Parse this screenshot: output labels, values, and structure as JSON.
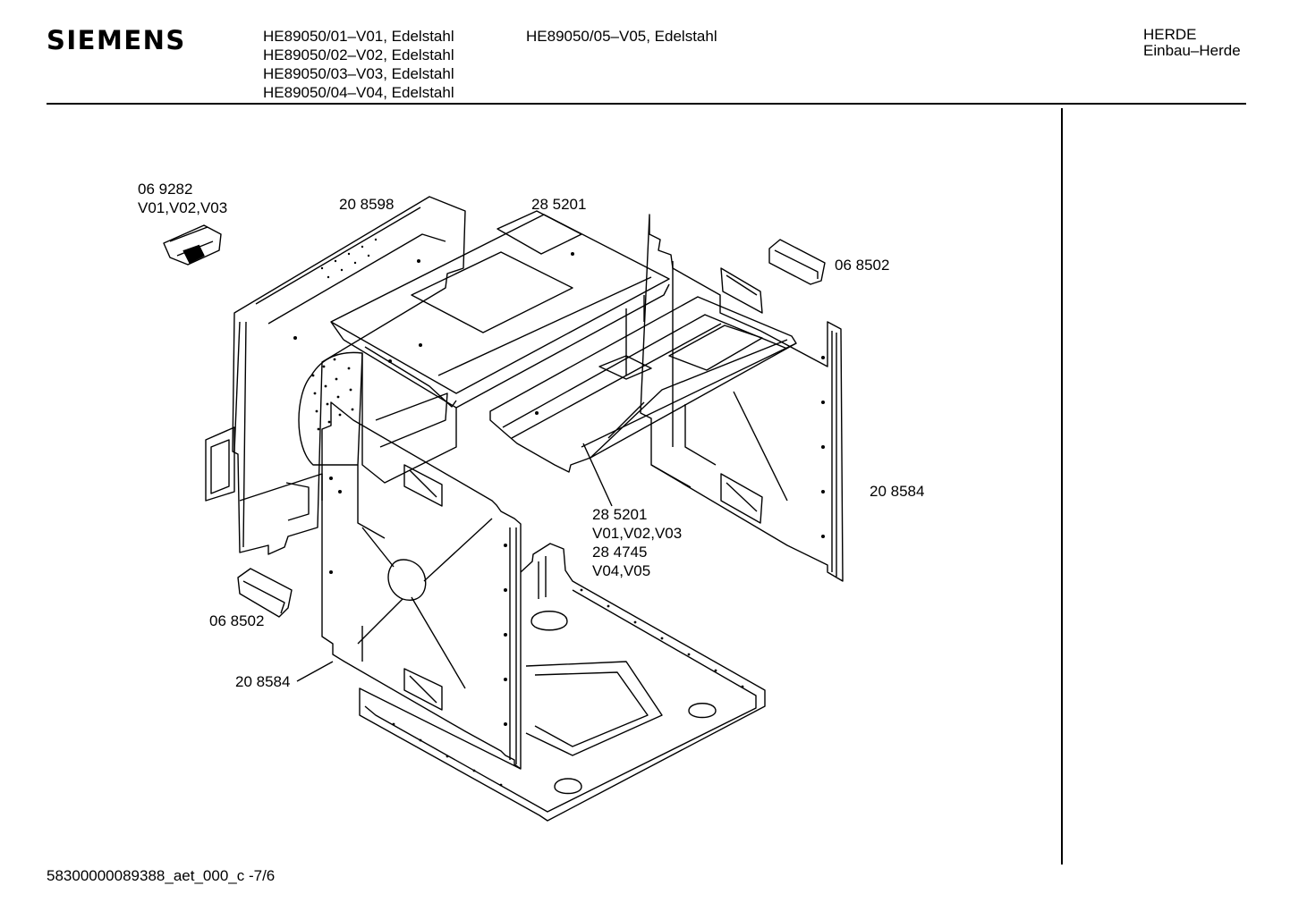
{
  "header": {
    "brand": "SIEMENS",
    "models_left": [
      "HE89050/01–V01, Edelstahl",
      "HE89050/02–V02, Edelstahl",
      "HE89050/03–V03, Edelstahl",
      "HE89050/04–V04, Edelstahl"
    ],
    "models_right": [
      "HE89050/05–V05, Edelstahl"
    ],
    "category": [
      "HERDE",
      "Einbau–Herde"
    ]
  },
  "parts": {
    "handle_top_left": [
      "06 9282",
      "V01,V02,V03"
    ],
    "back_panel": [
      "20 8598"
    ],
    "top_panel": [
      "28 5201"
    ],
    "handle_top_right": [
      "06 8502"
    ],
    "side_panel_right": [
      "20 8584"
    ],
    "middle_panel": [
      "28 5201",
      "V01,V02,V03",
      "28 4745",
      "V04,V05"
    ],
    "handle_left": [
      "06 8502"
    ],
    "side_panel_left": [
      "20 8584"
    ]
  },
  "footer": {
    "code": "58300000089388_aet_000_c -7/6"
  }
}
